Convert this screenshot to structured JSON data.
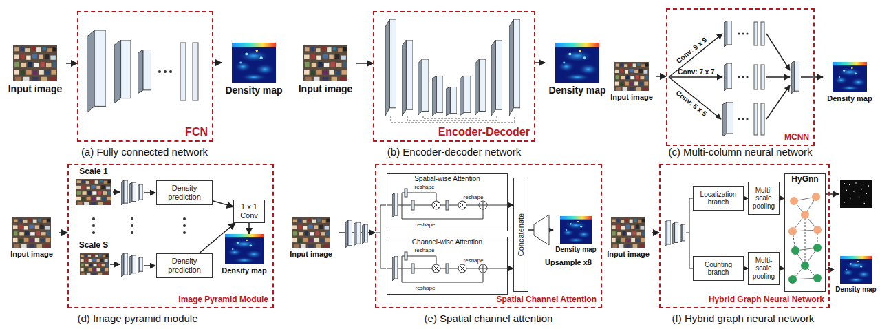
{
  "diagram": {
    "nodes": [
      {
        "text": [
          "Input image"
        ]
      },
      {
        "text": [
          "FCN"
        ]
      },
      {
        "text": [
          "Density map"
        ]
      },
      {
        "text": [
          "Input image"
        ]
      },
      {
        "text": [
          "Encoder-Decoder"
        ]
      },
      {
        "text": [
          "Density map"
        ]
      },
      {
        "text": [
          "Input image"
        ]
      },
      {
        "text": [
          "MCNN"
        ]
      },
      {
        "text": [
          "Density map"
        ]
      },
      {
        "text": [
          "Input image"
        ]
      },
      {
        "text": [
          "Image Pyramid Module"
        ]
      },
      {
        "text": [
          "Density prediction"
        ],
        "in": 10
      },
      {
        "text": [
          "Density prediction"
        ],
        "in": 10
      },
      {
        "text": [
          "1 x 1 Conv"
        ],
        "in": 10
      },
      {
        "text": [
          "Density map"
        ],
        "in": 10
      },
      {
        "text": [
          "Input image"
        ]
      },
      {
        "text": [
          "Spatial Channel Attention"
        ]
      },
      {
        "text": [
          "Spatial-wise Attention"
        ],
        "in": 16
      },
      {
        "text": [
          "Channel-wise Attention"
        ],
        "in": 16
      },
      {
        "text": [
          "Concatenate"
        ],
        "in": 16
      },
      {
        "text": [
          "Density map"
        ],
        "in": 16
      },
      {
        "text": [
          "Input image"
        ]
      },
      {
        "text": [
          "Hybrid Graph Neural Network"
        ]
      },
      {
        "text": [
          "Localization branch"
        ],
        "in": 22
      },
      {
        "text": [
          "Counting branch"
        ],
        "in": 22
      },
      {
        "text": [
          "Multi-scale pooling"
        ],
        "in": 22
      },
      {
        "text": [
          "Multi-scale pooling"
        ],
        "in": 22
      },
      {
        "text": [
          "HyGnn"
        ],
        "in": 22
      },
      {
        "text": [
          "Density map"
        ]
      }
    ],
    "edges": [
      {
        "from": 0,
        "to": 1,
        "arrow": "to"
      },
      {
        "from": 1,
        "to": 2,
        "arrow": "to"
      },
      {
        "from": 3,
        "to": 4,
        "arrow": "to"
      },
      {
        "from": 4,
        "to": 5,
        "arrow": "to"
      },
      {
        "from": 6,
        "to": 7,
        "arrow": "to"
      },
      {
        "from": 7,
        "to": 8,
        "arrow": "to"
      },
      {
        "from": 9,
        "to": 10,
        "arrow": "to"
      },
      {
        "from": 11,
        "to": 13,
        "arrow": "to"
      },
      {
        "from": 12,
        "to": 13,
        "arrow": "to"
      },
      {
        "from": 13,
        "to": 14,
        "arrow": "to"
      },
      {
        "from": 15,
        "to": 16,
        "arrow": "to"
      },
      {
        "from": 17,
        "to": 19,
        "arrow": "to"
      },
      {
        "from": 18,
        "to": 19,
        "arrow": "to"
      },
      {
        "from": 19,
        "to": 20,
        "arrow": "to"
      },
      {
        "from": 21,
        "to": 22,
        "arrow": "to"
      },
      {
        "from": 23,
        "to": 25,
        "arrow": "to"
      },
      {
        "from": 24,
        "to": 26,
        "arrow": "to"
      },
      {
        "from": 25,
        "to": 27,
        "arrow": "to"
      },
      {
        "from": 26,
        "to": 27,
        "arrow": "to"
      },
      {
        "from": 27,
        "to": 28,
        "arrow": "to"
      }
    ],
    "labels": [
      "Conv: 9 x 9",
      "Conv: 7 x 7",
      "Conv: 5 x 5",
      "(a) Fully connected network",
      "(b) Encoder-decoder network",
      "(c) Multi-column neural network",
      "Scale 1",
      "Scale S",
      "reshape",
      "reshape",
      "reshape",
      "reshape",
      "reshape",
      "reshape",
      "Upsample x8",
      "(d) Image pyramid module",
      "(e) Spatial channel attention",
      "(f) Hybrid graph neural network"
    ]
  }
}
